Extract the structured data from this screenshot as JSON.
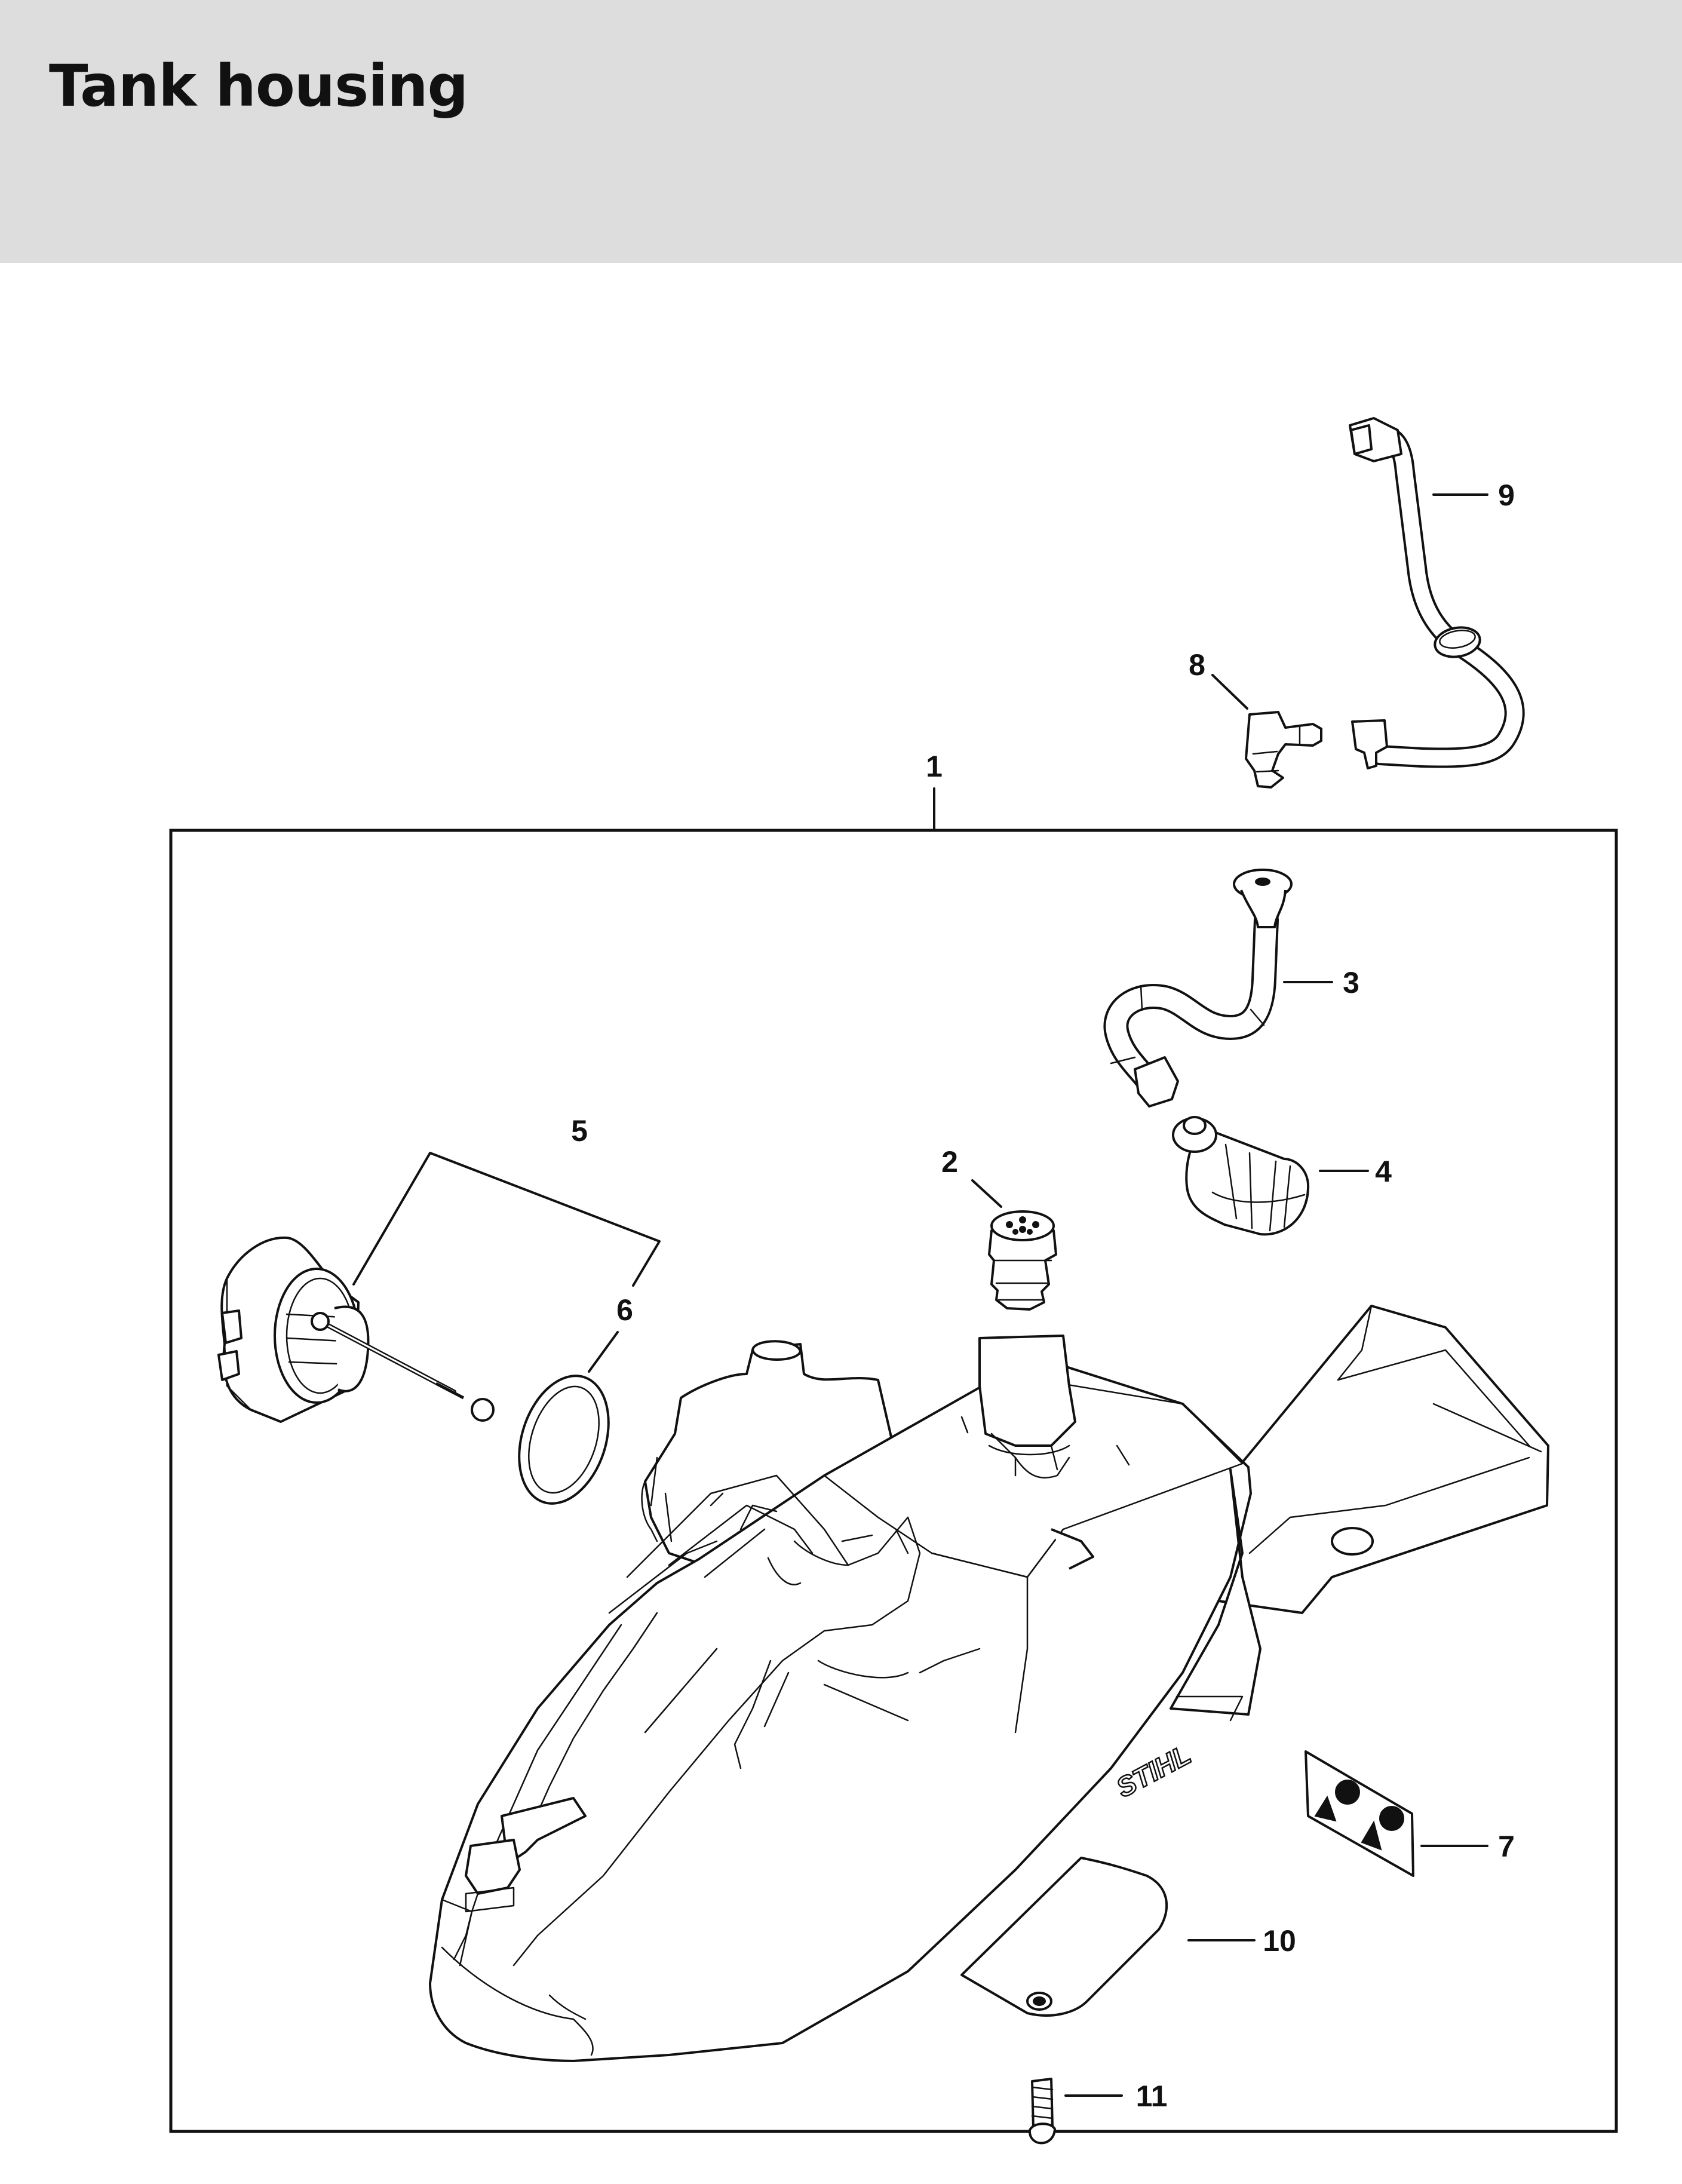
{
  "header": {
    "title": "Tank housing",
    "bg_color": "#dcdddc"
  },
  "logo_text": "STIHL",
  "callouts": [
    {
      "id": "1",
      "label": "1"
    },
    {
      "id": "2",
      "label": "2"
    },
    {
      "id": "3",
      "label": "3"
    },
    {
      "id": "4",
      "label": "4"
    },
    {
      "id": "5",
      "label": "5"
    },
    {
      "id": "6",
      "label": "6"
    },
    {
      "id": "7",
      "label": "7"
    },
    {
      "id": "8",
      "label": "8"
    },
    {
      "id": "9",
      "label": "9"
    },
    {
      "id": "10",
      "label": "10"
    },
    {
      "id": "11",
      "label": "11"
    }
  ]
}
